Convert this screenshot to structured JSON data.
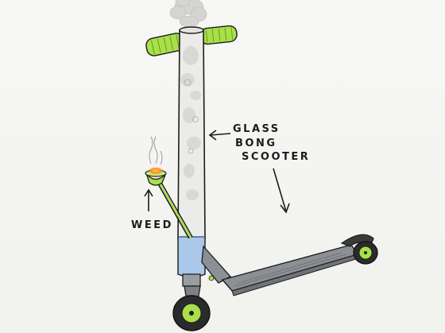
{
  "labels": {
    "glass_bong_line1": "GLASS",
    "glass_bong_line2": "BONG",
    "scooter": "SCOOTER",
    "weed": "WEED"
  },
  "colors": {
    "paper": "#f4f4f1",
    "ink": "#1c1c1c",
    "grip": "#a8e04a",
    "water": "#a9c8ea",
    "deck": "#8c8f94",
    "ember": "#ff8a2a",
    "smoke": "#c9c9c9"
  }
}
